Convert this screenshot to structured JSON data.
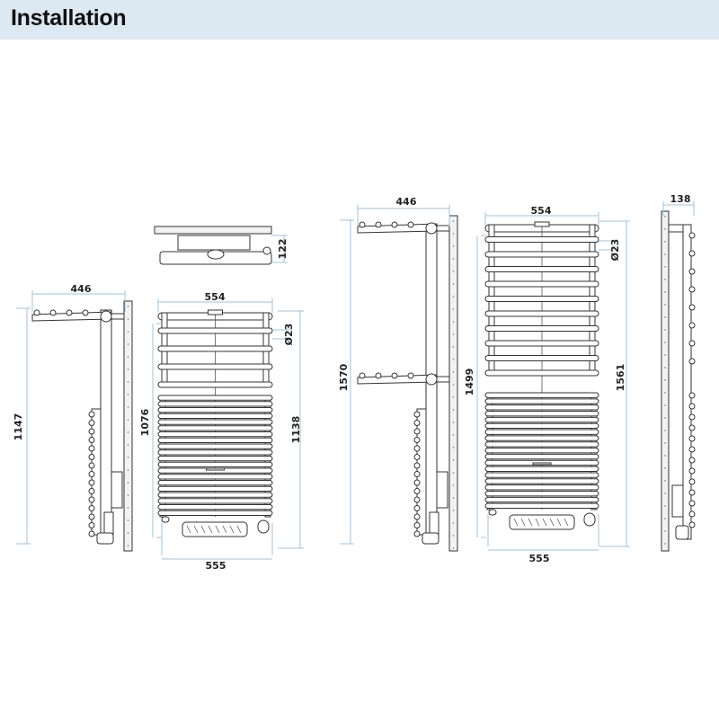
{
  "header": {
    "title": "Installation"
  },
  "diagram": {
    "left_set": {
      "top_view_depth": "122",
      "side_arm_depth": "446",
      "side_height": "1147",
      "front_top_width": "554",
      "front_tube_diameter": "Ø23",
      "front_inner_height": "1076",
      "front_height": "1138",
      "front_bottom_width": "555"
    },
    "right_set": {
      "side_arm_depth": "446",
      "side_height": "1570",
      "front_top_width": "554",
      "front_tube_diameter": "Ø23",
      "front_inner_height": "1499",
      "front_height": "1561",
      "front_bottom_width": "555",
      "side_depth": "138"
    },
    "colors": {
      "header_bg": "#dde9f2",
      "dimension_line": "#9fc3de",
      "outline": "#333333"
    }
  }
}
